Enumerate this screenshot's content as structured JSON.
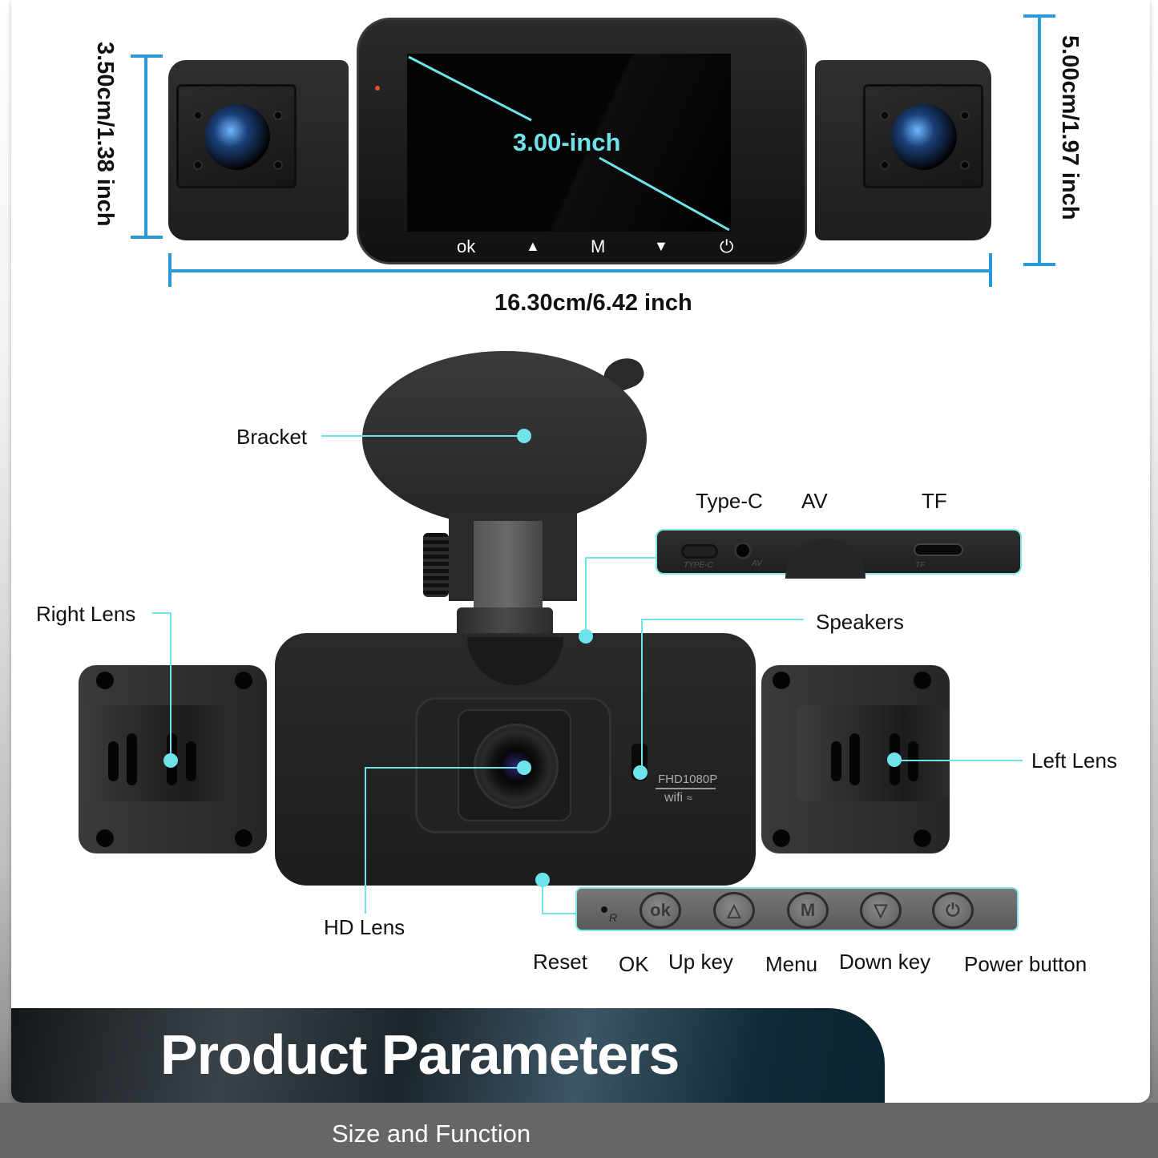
{
  "dimensions": {
    "height_side": "3.50cm/1.38 inch",
    "height_total": "5.00cm/1.97 inch",
    "width_total": "16.30cm/6.42 inch",
    "screen_size": "3.00-inch"
  },
  "screen_buttons": [
    "ok",
    "▲",
    "M",
    "▼",
    "⏻"
  ],
  "callouts": {
    "bracket": "Bracket",
    "right_lens": "Right Lens",
    "left_lens": "Left Lens",
    "speakers": "Speakers",
    "hd_lens": "HD Lens"
  },
  "ports": {
    "labels": [
      "Type-C",
      "AV",
      "TF"
    ],
    "engraved": [
      "TYPE-C",
      "AV",
      "TF"
    ]
  },
  "device_marking": {
    "resolution": "FHD1080P",
    "wifi": "wifi"
  },
  "buttons_panel": {
    "engraved": [
      "R",
      "ok",
      "△",
      "M",
      "▽",
      "⏻"
    ],
    "labels": [
      "Reset",
      "OK",
      "Up key",
      "Menu",
      "Down key",
      "Power button"
    ]
  },
  "banner": {
    "title": "Product Parameters",
    "subtitle": "Size and Function"
  },
  "colors": {
    "accent_cyan": "#6fe3ea",
    "dimension_blue": "#2a9ad8",
    "banner_dark": "#13171b",
    "footer_gray": "#666666"
  }
}
